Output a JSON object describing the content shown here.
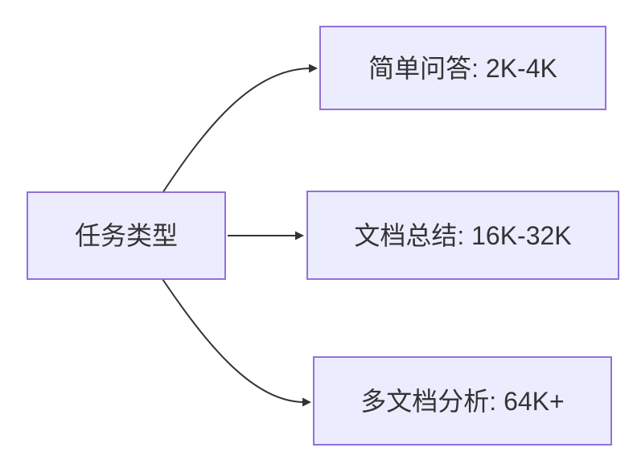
{
  "diagram": {
    "type": "flowchart",
    "direction": "left-to-right",
    "root": {
      "label": "任务类型"
    },
    "branches": [
      {
        "label": "简单问答: 2K-4K"
      },
      {
        "label": "文档总结: 16K-32K"
      },
      {
        "label": "多文档分析: 64K+"
      }
    ],
    "edges": [
      {
        "from": "任务类型",
        "to": "简单问答: 2K-4K"
      },
      {
        "from": "任务类型",
        "to": "文档总结: 16K-32K"
      },
      {
        "from": "任务类型",
        "to": "多文档分析: 64K+"
      }
    ],
    "colors": {
      "node_fill": "#ECECFF",
      "node_border": "#9370DB",
      "edge": "#333333",
      "text": "#333333"
    }
  }
}
